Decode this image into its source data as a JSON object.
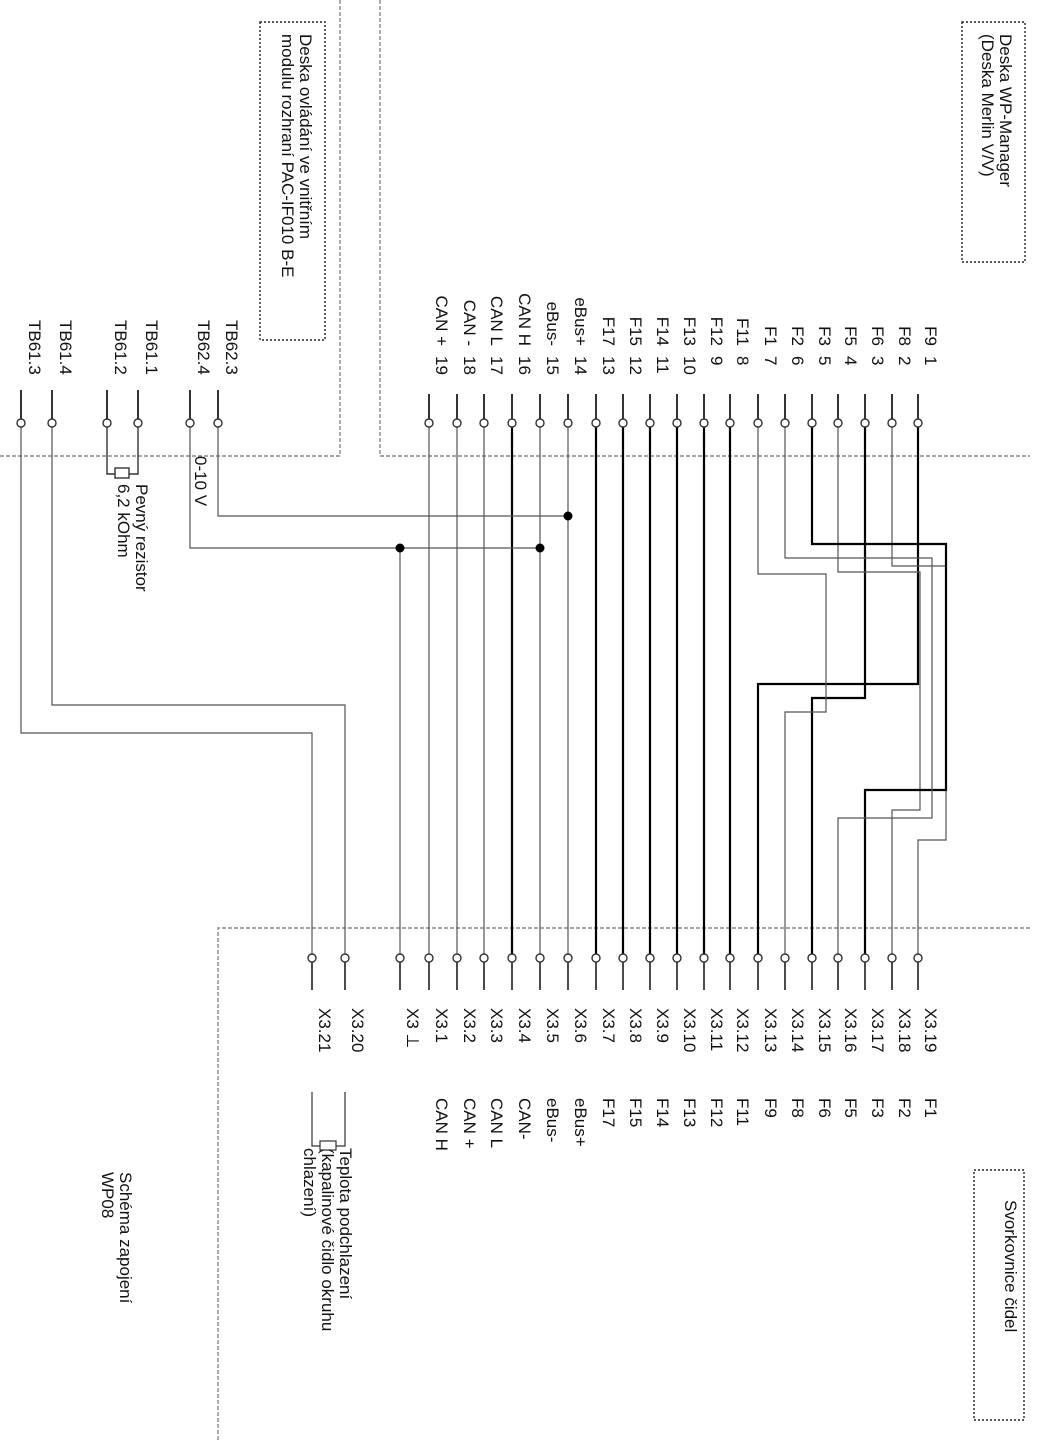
{
  "wp_manager": {
    "title_line1": "Deska WP-Manager",
    "title_line2": "(Deska Merlin V/V)",
    "rows": [
      {
        "name": "F9",
        "num": "1"
      },
      {
        "name": "F8",
        "num": "2"
      },
      {
        "name": "F6",
        "num": "3"
      },
      {
        "name": "F5",
        "num": "4"
      },
      {
        "name": "F3",
        "num": "5"
      },
      {
        "name": "F2",
        "num": "6"
      },
      {
        "name": "F1",
        "num": "7"
      },
      {
        "name": "F11",
        "num": "8"
      },
      {
        "name": "F12",
        "num": "9"
      },
      {
        "name": "F13",
        "num": "10"
      },
      {
        "name": "F14",
        "num": "11"
      },
      {
        "name": "F15",
        "num": "12"
      },
      {
        "name": "F17",
        "num": "13"
      },
      {
        "name": "eBus+",
        "num": "14"
      },
      {
        "name": "eBus-",
        "num": "15"
      },
      {
        "name": "CAN H",
        "num": "16"
      },
      {
        "name": "CAN L",
        "num": "17"
      },
      {
        "name": "CAN -",
        "num": "18"
      },
      {
        "name": "CAN +",
        "num": "19"
      }
    ]
  },
  "pac_module": {
    "title_line1": "Deska ovládání ve vnitřním",
    "title_line2": "modulu rozhraní PAC-IF010 B-E",
    "terminals": [
      "TB62.3",
      "TB62.4",
      "TB61.1",
      "TB61.2",
      "TB61.4",
      "TB61.3"
    ],
    "voltage_label": "0-10 V",
    "resistor_line1": "Pevný rezistor",
    "resistor_line2": "6,2 kOhm"
  },
  "sensor_block": {
    "title": "Svorkovnice čidel",
    "rows": [
      {
        "term": "X3.19",
        "func": "F1"
      },
      {
        "term": "X3.18",
        "func": "F2"
      },
      {
        "term": "X3.17",
        "func": "F3"
      },
      {
        "term": "X3.16",
        "func": "F5"
      },
      {
        "term": "X3.15",
        "func": "F6"
      },
      {
        "term": "X3.14",
        "func": "F8"
      },
      {
        "term": "X3.13",
        "func": "F9"
      },
      {
        "term": "X3.12",
        "func": "F11"
      },
      {
        "term": "X3.11",
        "func": "F12"
      },
      {
        "term": "X3.10",
        "func": "F13"
      },
      {
        "term": "X3.9",
        "func": "F14"
      },
      {
        "term": "X3.8",
        "func": "F15"
      },
      {
        "term": "X3.7",
        "func": "F17"
      },
      {
        "term": "X3.6",
        "func": "eBus+"
      },
      {
        "term": "X3.5",
        "func": "eBus-"
      },
      {
        "term": "X3.4",
        "func": "CAN-"
      },
      {
        "term": "X3.3",
        "func": "CAN L"
      },
      {
        "term": "X3.2",
        "func": "CAN +"
      },
      {
        "term": "X3.1",
        "func": "CAN H"
      },
      {
        "term": "X3 ⊥",
        "func": ""
      },
      {
        "term": "X3.20",
        "func": ""
      },
      {
        "term": "X3.21",
        "func": ""
      }
    ],
    "sensor_line1": "Teplota podchlazení",
    "sensor_line2": "(kapalinové čidlo okruhu",
    "sensor_line3": "chlazení)"
  },
  "footer": {
    "line1": "Schéma zapojení",
    "line2": "WP08"
  }
}
